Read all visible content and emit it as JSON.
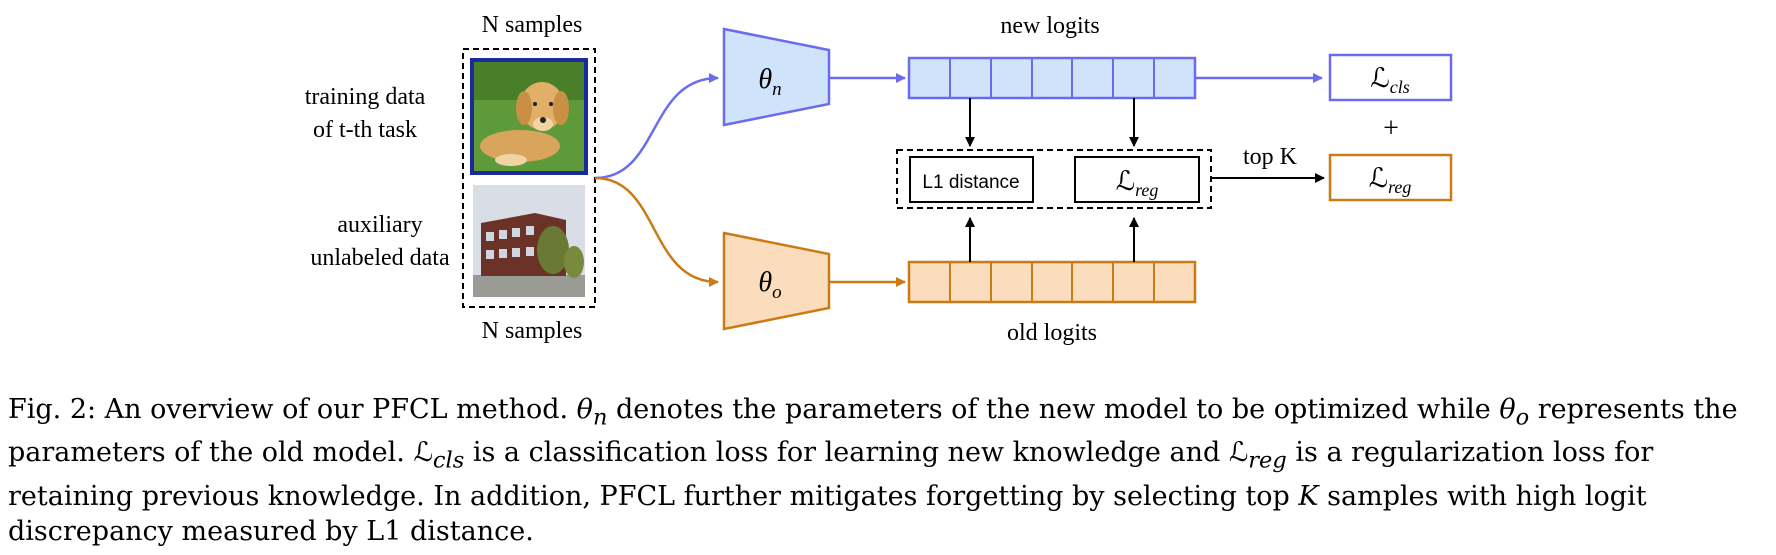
{
  "labels": {
    "n_samples_top": "N samples",
    "n_samples_bottom": "N samples",
    "training_line1": "training data",
    "training_line2": "of t-th task",
    "aux_line1": "auxiliary",
    "aux_line2": "unlabeled data",
    "new_logits": "new logits",
    "old_logits": "old logits",
    "l1_distance": "L1 distance",
    "top_k": "top K",
    "plus": "+"
  },
  "math": {
    "theta": "θ",
    "n": "n",
    "o": "o",
    "L": "ℒ",
    "cls": "cls",
    "reg": "reg"
  },
  "images": {
    "training": "dog",
    "auxiliary": "building"
  },
  "colors": {
    "new_stroke": "#6b6bef",
    "new_fill": "#cfe3fb",
    "old_stroke": "#cc7a14",
    "old_fill": "#fbdcbc"
  },
  "caption": {
    "p1": "Fig. 2: An overview of our PFCL method. ",
    "p2": " denotes the parameters of the new model to be optimized while ",
    "p3": " represents the parameters of the old model. ",
    "p4": " is a classification loss for learning new knowledge and ",
    "p5": " is a regularization loss for retaining previous knowledge. In addition, PFCL further mitigates forgetting by selecting top ",
    "k": "K",
    "p6": " samples with high logit discrepancy measured by L1 distance."
  }
}
